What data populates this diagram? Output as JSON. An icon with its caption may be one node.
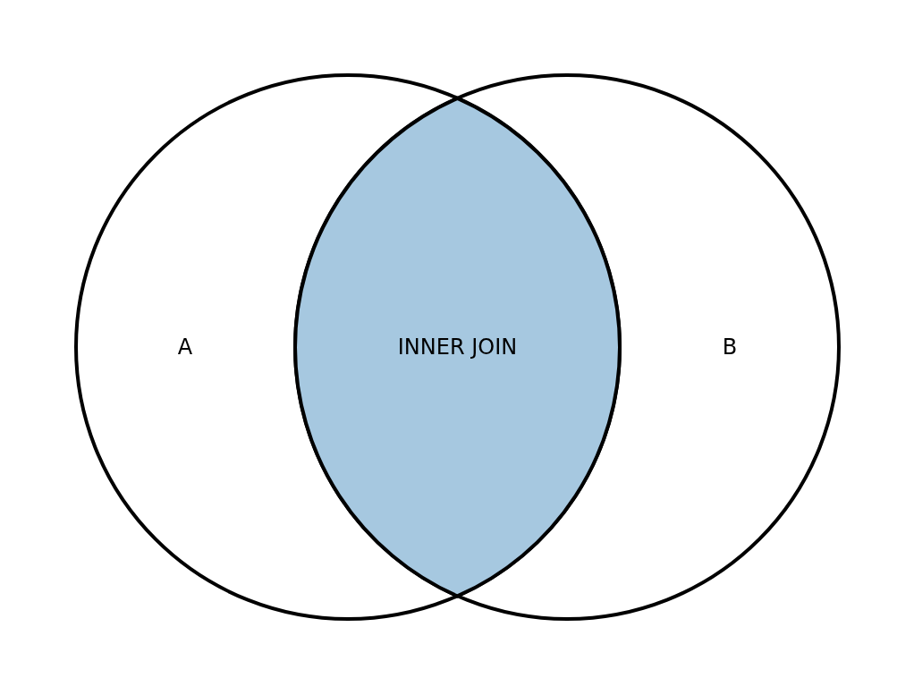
{
  "diagram": {
    "nodes": [
      {
        "text": [
          "A"
        ]
      },
      {
        "text": [
          "INNER JOIN"
        ]
      },
      {
        "text": [
          "B"
        ]
      }
    ]
  }
}
